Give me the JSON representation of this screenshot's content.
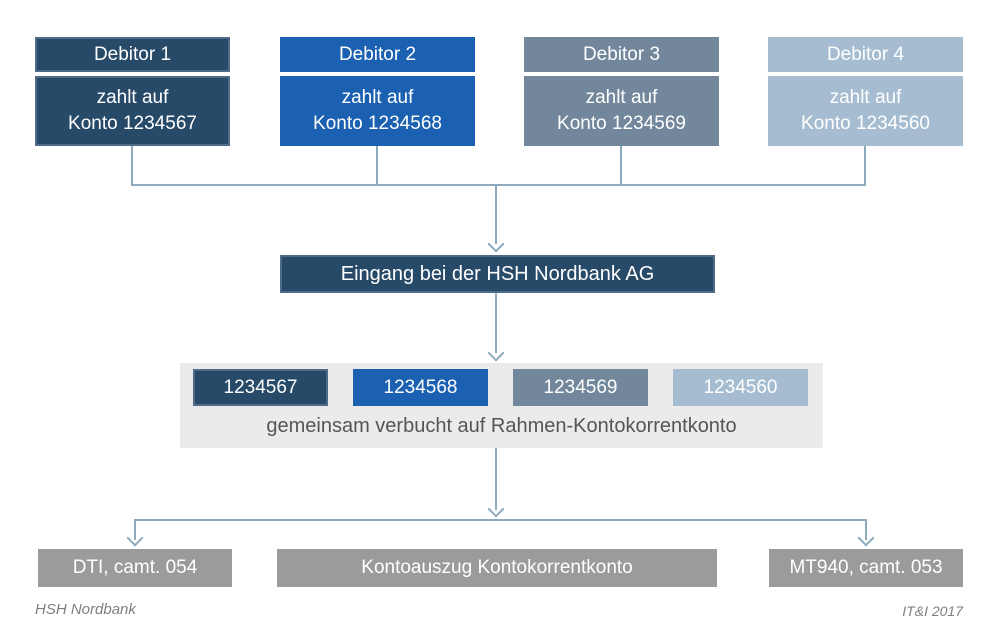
{
  "diagram": {
    "columns": [
      {
        "debitor_label": "Debitor 1",
        "pays_line1": "zahlt auf",
        "pays_line2": "Konto 1234567",
        "account": "1234567",
        "color": "#284A69"
      },
      {
        "debitor_label": "Debitor 2",
        "pays_line1": "zahlt auf",
        "pays_line2": "Konto 1234568",
        "account": "1234568",
        "color": "#1B60B1"
      },
      {
        "debitor_label": "Debitor 3",
        "pays_line1": "zahlt auf",
        "pays_line2": "Konto 1234569",
        "account": "1234569",
        "color": "#72879B"
      },
      {
        "debitor_label": "Debitor 4",
        "pays_line1": "zahlt auf",
        "pays_line2": "Konto 1234560",
        "account": "1234560",
        "color": "#A6BCD1"
      }
    ],
    "bank_box_label": "Eingang bei der HSH Nordbank AG",
    "pool_caption": "gemeinsam verbucht auf Rahmen-Kontokorrentkonto",
    "outputs": [
      {
        "label": "DTI, camt. 054"
      },
      {
        "label": "Kontoauszug Kontokorrentkonto"
      },
      {
        "label": "MT940, camt. 053"
      }
    ]
  },
  "footer": {
    "left": "HSH Nordbank",
    "right": "IT&I 2017"
  },
  "palette": {
    "navy": "#284A69",
    "navy_border": "#4E6C87",
    "blue": "#1B60B1",
    "steel_blue": "#72879B",
    "light_blue": "#A6BCD1",
    "pool_background": "#EBEBEB",
    "output_gray": "#9B9B9B",
    "connector_line": "#8FAABD",
    "caption_text": "#555555",
    "footer_text": "#7F7F7F"
  }
}
